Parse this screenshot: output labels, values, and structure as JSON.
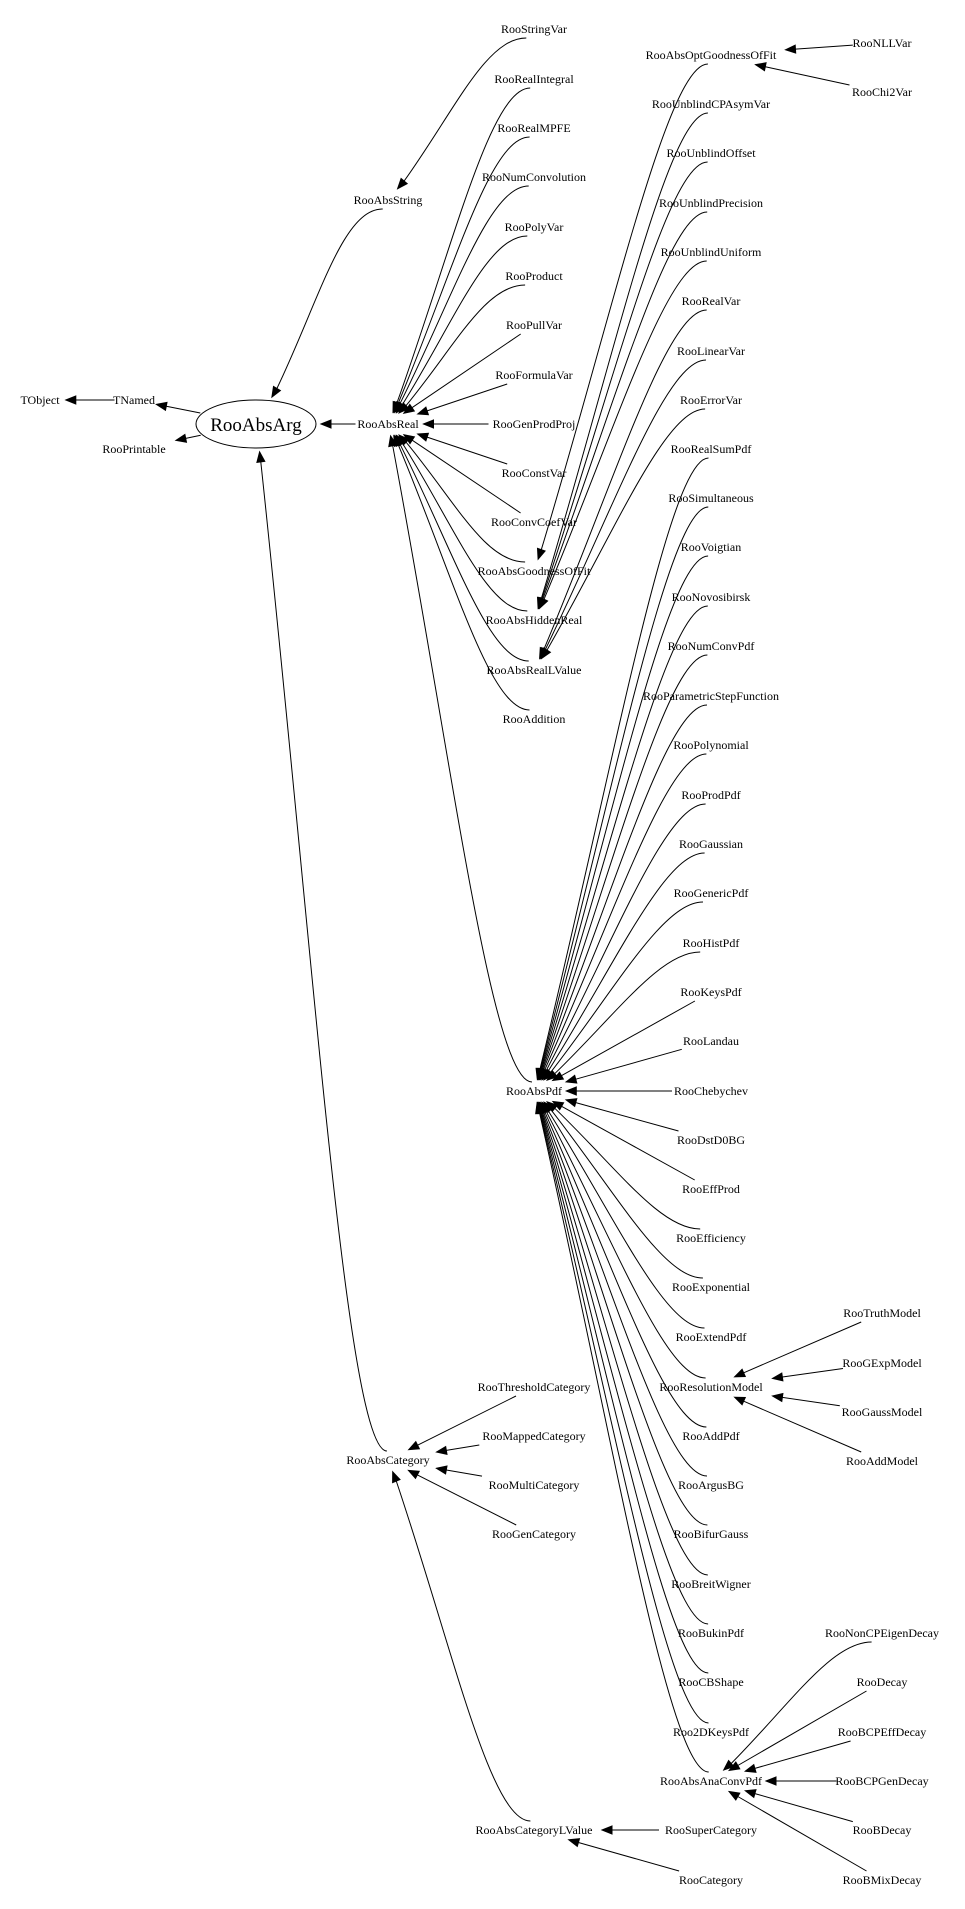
{
  "diagram": {
    "title": "RooAbsArg class inheritance graph",
    "root": "RooAbsArg",
    "nodes": [
      "TObject",
      "TNamed",
      "RooPrintable",
      "RooAbsArg",
      "RooAbsString",
      "RooStringVar",
      "RooAbsReal",
      "RooRealIntegral",
      "RooRealMPFE",
      "RooNumConvolution",
      "RooPolyVar",
      "RooProduct",
      "RooPullVar",
      "RooFormulaVar",
      "RooGenProdProj",
      "RooConstVar",
      "RooConvCoefVar",
      "RooAbsGoodnessOfFit",
      "RooAbsHiddenReal",
      "RooAbsRealLValue",
      "RooAddition",
      "RooAbsOptGoodnessOfFit",
      "RooNLLVar",
      "RooChi2Var",
      "RooUnblindCPAsymVar",
      "RooUnblindOffset",
      "RooUnblindPrecision",
      "RooUnblindUniform",
      "RooRealVar",
      "RooLinearVar",
      "RooErrorVar",
      "RooAbsPdf",
      "RooRealSumPdf",
      "RooSimultaneous",
      "RooVoigtian",
      "RooNovosibirsk",
      "RooNumConvPdf",
      "RooParametricStepFunction",
      "RooPolynomial",
      "RooProdPdf",
      "RooGaussian",
      "RooGenericPdf",
      "RooHistPdf",
      "RooKeysPdf",
      "RooLandau",
      "RooChebychev",
      "RooDstD0BG",
      "RooEffProd",
      "RooEfficiency",
      "RooExponential",
      "RooExtendPdf",
      "RooResolutionModel",
      "RooAddPdf",
      "RooArgusBG",
      "RooBifurGauss",
      "RooBreitWigner",
      "RooBukinPdf",
      "RooCBShape",
      "Roo2DKeysPdf",
      "RooAbsAnaConvPdf",
      "RooTruthModel",
      "RooGExpModel",
      "RooGaussModel",
      "RooAddModel",
      "RooNonCPEigenDecay",
      "RooDecay",
      "RooBCPEffDecay",
      "RooBCPGenDecay",
      "RooBDecay",
      "RooBMixDecay",
      "RooAbsCategory",
      "RooThresholdCategory",
      "RooMappedCategory",
      "RooMultiCategory",
      "RooGenCategory",
      "RooAbsCategoryLValue",
      "RooSuperCategory",
      "RooCategory"
    ],
    "edges": [
      [
        "TNamed",
        "TObject"
      ],
      [
        "RooAbsArg",
        "TNamed"
      ],
      [
        "RooAbsArg",
        "RooPrintable"
      ],
      [
        "RooAbsString",
        "RooAbsArg"
      ],
      [
        "RooStringVar",
        "RooAbsString"
      ],
      [
        "RooAbsReal",
        "RooAbsArg"
      ],
      [
        "RooRealIntegral",
        "RooAbsReal"
      ],
      [
        "RooRealMPFE",
        "RooAbsReal"
      ],
      [
        "RooNumConvolution",
        "RooAbsReal"
      ],
      [
        "RooPolyVar",
        "RooAbsReal"
      ],
      [
        "RooProduct",
        "RooAbsReal"
      ],
      [
        "RooPullVar",
        "RooAbsReal"
      ],
      [
        "RooFormulaVar",
        "RooAbsReal"
      ],
      [
        "RooGenProdProj",
        "RooAbsReal"
      ],
      [
        "RooConstVar",
        "RooAbsReal"
      ],
      [
        "RooConvCoefVar",
        "RooAbsReal"
      ],
      [
        "RooAbsGoodnessOfFit",
        "RooAbsReal"
      ],
      [
        "RooAbsHiddenReal",
        "RooAbsReal"
      ],
      [
        "RooAbsRealLValue",
        "RooAbsReal"
      ],
      [
        "RooAddition",
        "RooAbsReal"
      ],
      [
        "RooAbsPdf",
        "RooAbsReal"
      ],
      [
        "RooAbsOptGoodnessOfFit",
        "RooAbsGoodnessOfFit"
      ],
      [
        "RooNLLVar",
        "RooAbsOptGoodnessOfFit"
      ],
      [
        "RooChi2Var",
        "RooAbsOptGoodnessOfFit"
      ],
      [
        "RooUnblindCPAsymVar",
        "RooAbsHiddenReal"
      ],
      [
        "RooUnblindOffset",
        "RooAbsHiddenReal"
      ],
      [
        "RooUnblindPrecision",
        "RooAbsHiddenReal"
      ],
      [
        "RooUnblindUniform",
        "RooAbsHiddenReal"
      ],
      [
        "RooRealVar",
        "RooAbsRealLValue"
      ],
      [
        "RooLinearVar",
        "RooAbsRealLValue"
      ],
      [
        "RooErrorVar",
        "RooAbsRealLValue"
      ],
      [
        "RooRealSumPdf",
        "RooAbsPdf"
      ],
      [
        "RooSimultaneous",
        "RooAbsPdf"
      ],
      [
        "RooVoigtian",
        "RooAbsPdf"
      ],
      [
        "RooNovosibirsk",
        "RooAbsPdf"
      ],
      [
        "RooNumConvPdf",
        "RooAbsPdf"
      ],
      [
        "RooParametricStepFunction",
        "RooAbsPdf"
      ],
      [
        "RooPolynomial",
        "RooAbsPdf"
      ],
      [
        "RooProdPdf",
        "RooAbsPdf"
      ],
      [
        "RooGaussian",
        "RooAbsPdf"
      ],
      [
        "RooGenericPdf",
        "RooAbsPdf"
      ],
      [
        "RooHistPdf",
        "RooAbsPdf"
      ],
      [
        "RooKeysPdf",
        "RooAbsPdf"
      ],
      [
        "RooLandau",
        "RooAbsPdf"
      ],
      [
        "RooChebychev",
        "RooAbsPdf"
      ],
      [
        "RooDstD0BG",
        "RooAbsPdf"
      ],
      [
        "RooEffProd",
        "RooAbsPdf"
      ],
      [
        "RooEfficiency",
        "RooAbsPdf"
      ],
      [
        "RooExponential",
        "RooAbsPdf"
      ],
      [
        "RooExtendPdf",
        "RooAbsPdf"
      ],
      [
        "RooResolutionModel",
        "RooAbsPdf"
      ],
      [
        "RooAddPdf",
        "RooAbsPdf"
      ],
      [
        "RooArgusBG",
        "RooAbsPdf"
      ],
      [
        "RooBifurGauss",
        "RooAbsPdf"
      ],
      [
        "RooBreitWigner",
        "RooAbsPdf"
      ],
      [
        "RooBukinPdf",
        "RooAbsPdf"
      ],
      [
        "RooCBShape",
        "RooAbsPdf"
      ],
      [
        "Roo2DKeysPdf",
        "RooAbsPdf"
      ],
      [
        "RooAbsAnaConvPdf",
        "RooAbsPdf"
      ],
      [
        "RooTruthModel",
        "RooResolutionModel"
      ],
      [
        "RooGExpModel",
        "RooResolutionModel"
      ],
      [
        "RooGaussModel",
        "RooResolutionModel"
      ],
      [
        "RooAddModel",
        "RooResolutionModel"
      ],
      [
        "RooNonCPEigenDecay",
        "RooAbsAnaConvPdf"
      ],
      [
        "RooDecay",
        "RooAbsAnaConvPdf"
      ],
      [
        "RooBCPEffDecay",
        "RooAbsAnaConvPdf"
      ],
      [
        "RooBCPGenDecay",
        "RooAbsAnaConvPdf"
      ],
      [
        "RooBDecay",
        "RooAbsAnaConvPdf"
      ],
      [
        "RooBMixDecay",
        "RooAbsAnaConvPdf"
      ],
      [
        "RooAbsCategory",
        "RooAbsArg"
      ],
      [
        "RooThresholdCategory",
        "RooAbsCategory"
      ],
      [
        "RooMappedCategory",
        "RooAbsCategory"
      ],
      [
        "RooMultiCategory",
        "RooAbsCategory"
      ],
      [
        "RooGenCategory",
        "RooAbsCategory"
      ],
      [
        "RooAbsCategoryLValue",
        "RooAbsCategory"
      ],
      [
        "RooSuperCategory",
        "RooAbsCategoryLValue"
      ],
      [
        "RooCategory",
        "RooAbsCategoryLValue"
      ]
    ]
  }
}
